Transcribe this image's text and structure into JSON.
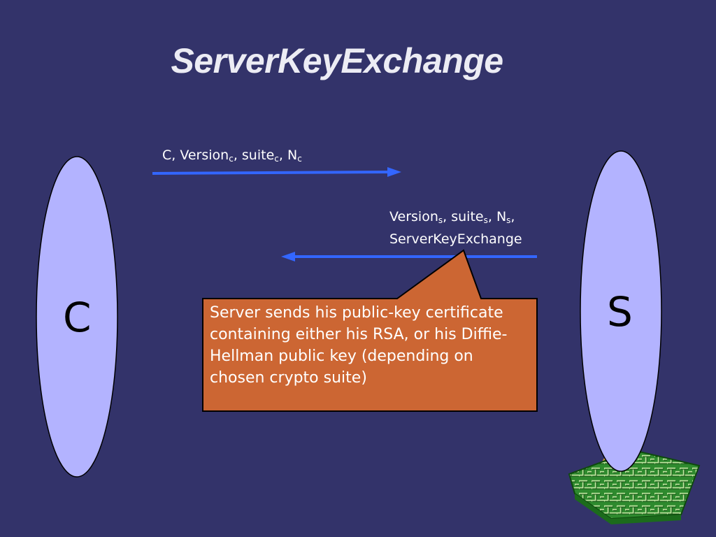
{
  "title": "ServerKeyExchange",
  "client_label": "C",
  "server_label": "S",
  "message1": {
    "parts": [
      {
        "text": "C, Version"
      },
      {
        "sub": "c"
      },
      {
        "text": ", suite"
      },
      {
        "sub": "c"
      },
      {
        "text": ", N"
      },
      {
        "sub": "c"
      }
    ]
  },
  "message2": {
    "line1": [
      {
        "text": "Version"
      },
      {
        "sub": "s"
      },
      {
        "text": ", suite"
      },
      {
        "sub": "s"
      },
      {
        "text": ", N"
      },
      {
        "sub": "s"
      },
      {
        "text": ","
      }
    ],
    "line2": "ServerKeyExchange"
  },
  "callout_text": "Server sends his public-key certificate containing either his RSA, or his Diffie-Hellman public key (depending on chosen crypto suite)",
  "colors": {
    "background": "#33336a",
    "ellipse_fill": "#b3b3ff",
    "arrow": "#3366ff",
    "callout_fill": "#cc6633"
  },
  "decor_icon": "maze-icon"
}
